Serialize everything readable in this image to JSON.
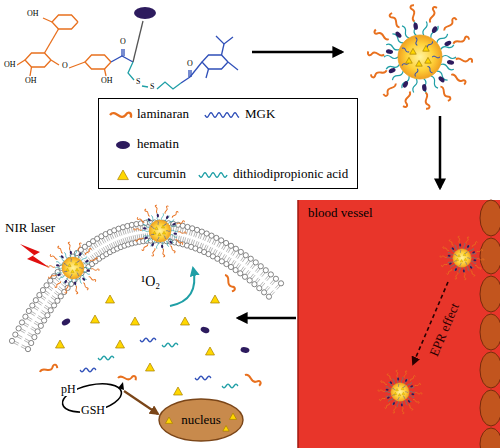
{
  "diagram": {
    "nodes": [
      {
        "text": [
          "blood vessel",
          "EPR effect"
        ]
      },
      {
        "text": [
          "nucleus"
        ]
      }
    ],
    "labels": [
      "NIR laser",
      "¹O₂",
      "pH",
      "GSH",
      "OH",
      "OH",
      "OH",
      "OH",
      "O",
      "O",
      "O",
      "S",
      "S"
    ],
    "legend": [
      {
        "text": "laminaran"
      },
      {
        "text": "MGK"
      },
      {
        "text": "hematin"
      },
      {
        "text": "curcumin"
      },
      {
        "text": "dithiodipropionic acid"
      }
    ]
  }
}
